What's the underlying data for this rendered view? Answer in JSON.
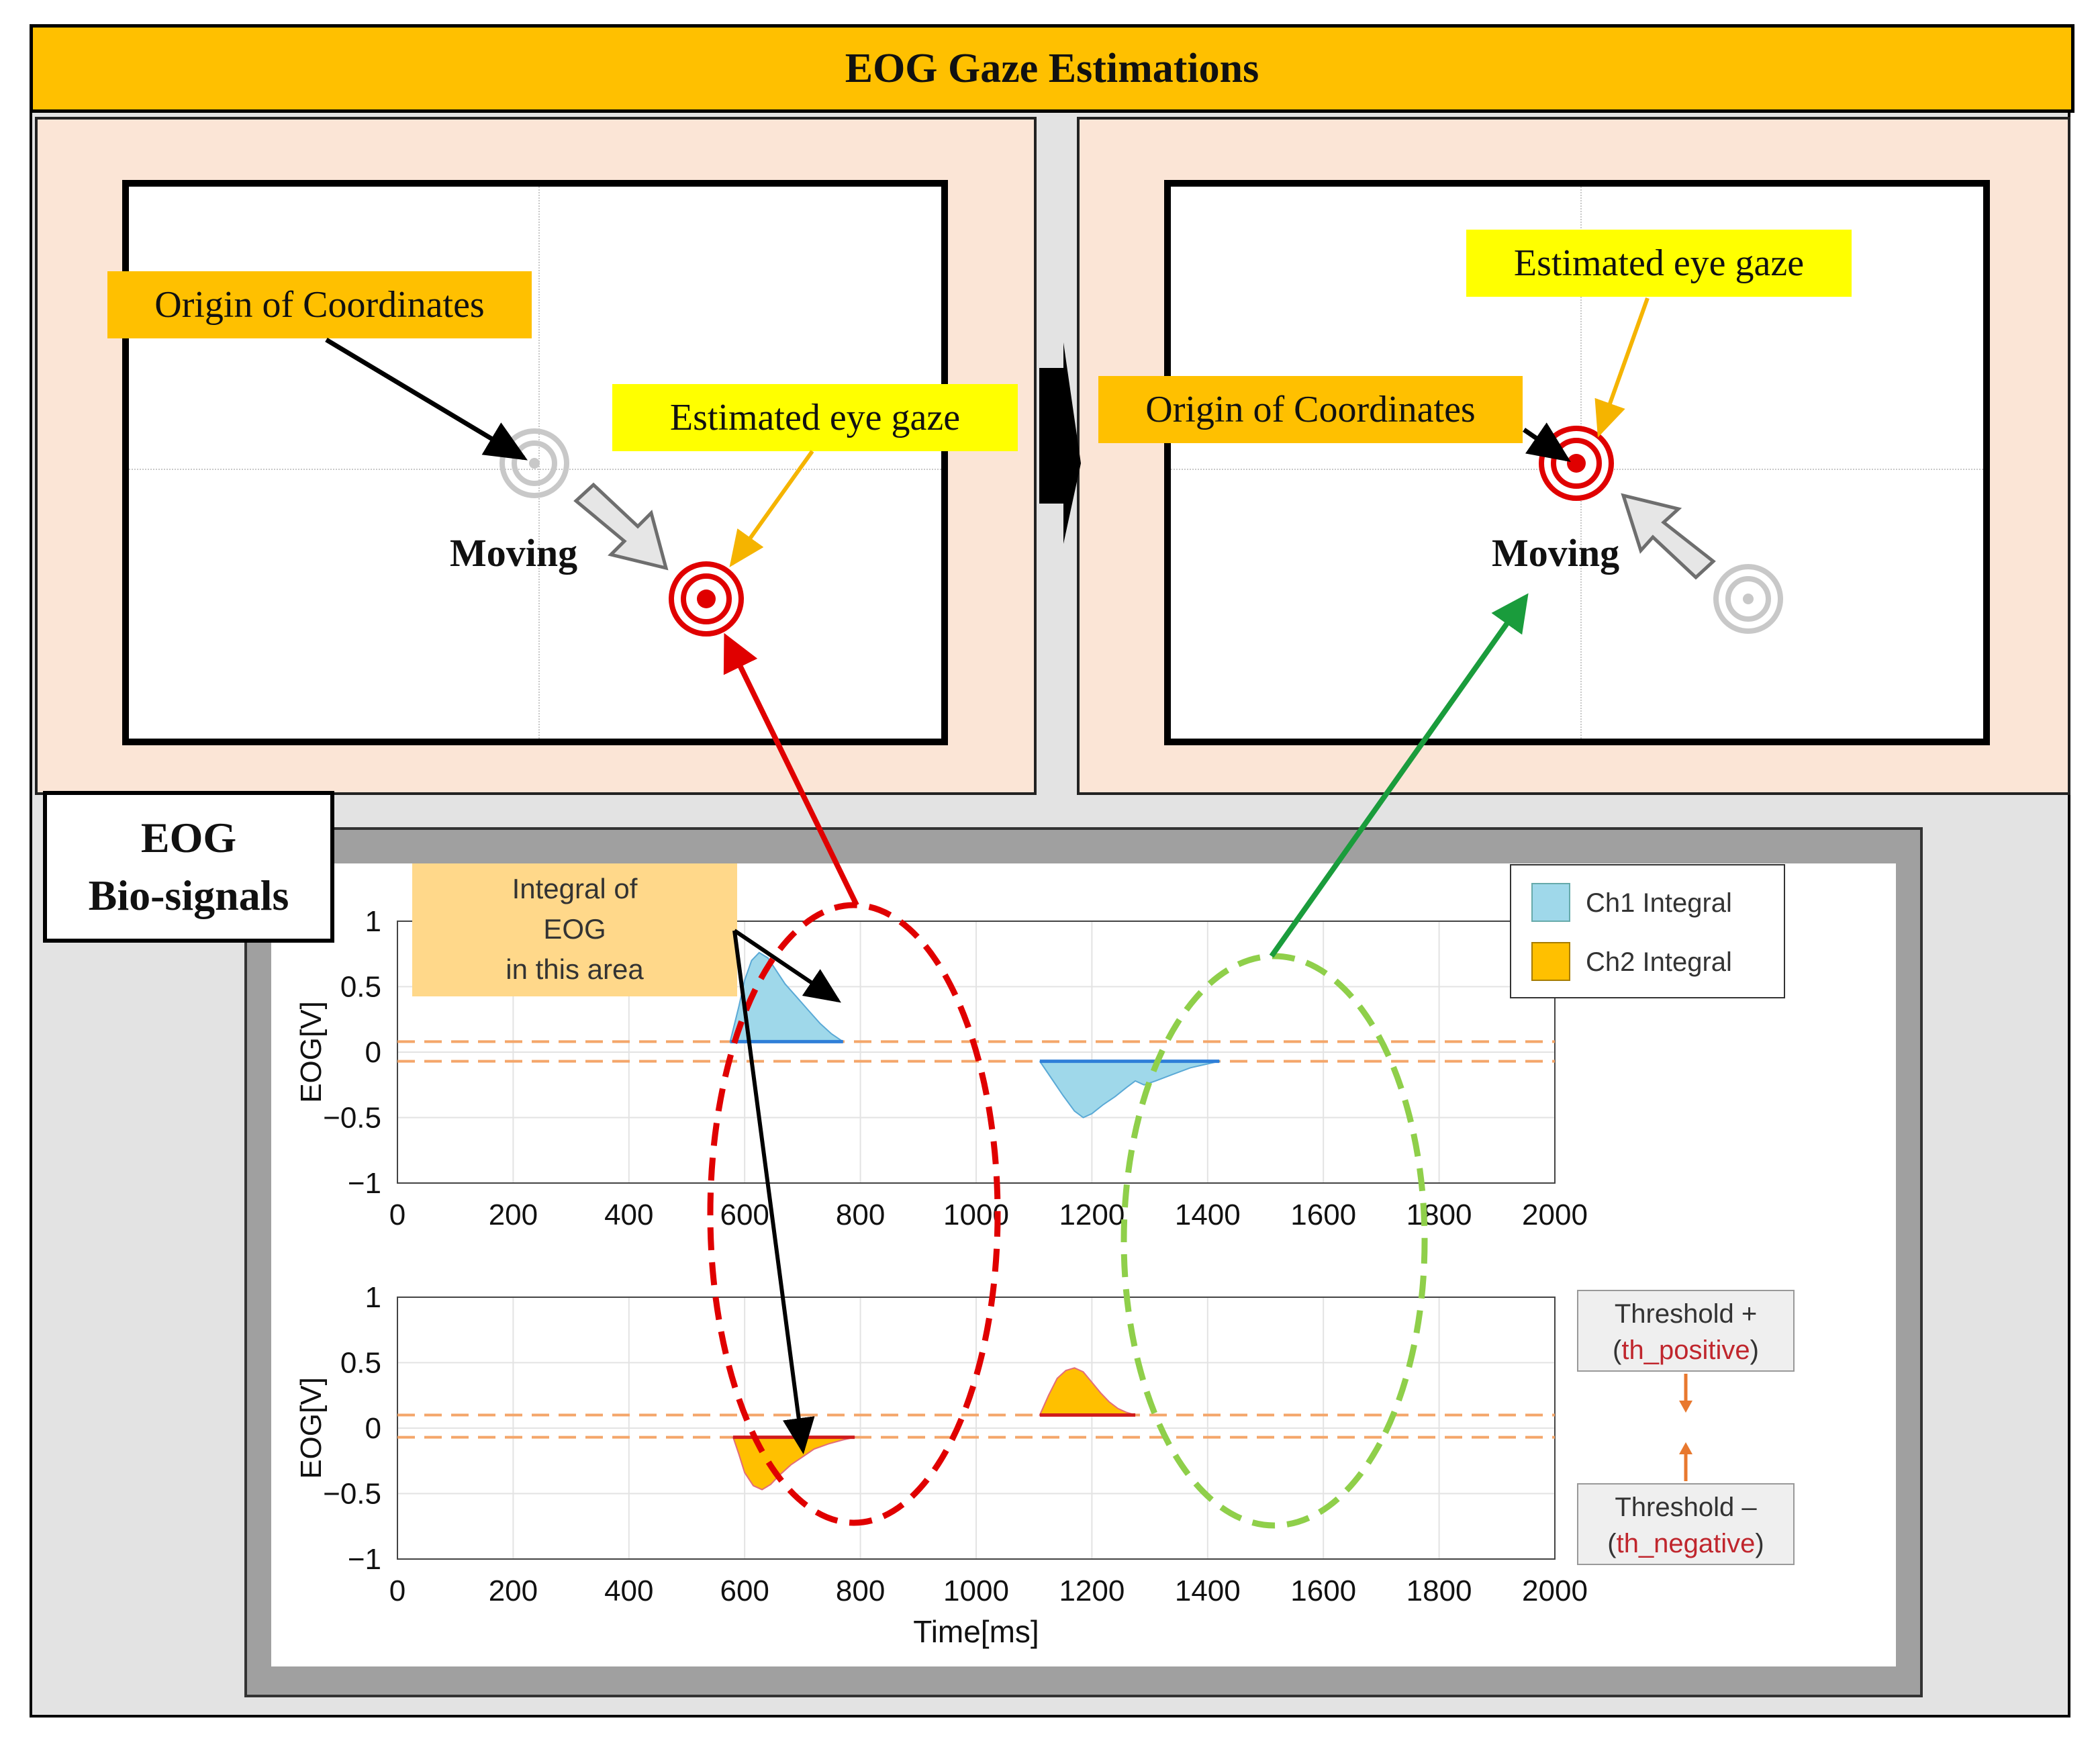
{
  "title": "EOG Gaze Estimations",
  "left_panel": {
    "origin_label": "Origin of Coordinates",
    "gaze_label": "Estimated eye gaze",
    "moving_label": "Moving"
  },
  "right_panel": {
    "origin_label": "Origin of Coordinates",
    "gaze_label": "Estimated eye gaze",
    "moving_label": "Moving"
  },
  "bio_label": {
    "line1": "EOG",
    "line2": "Bio-signals"
  },
  "integral_note": {
    "line1": "Integral of",
    "line2": "EOG",
    "line3": "in this area"
  },
  "threshold_pos": {
    "line1": "Threshold +",
    "open": "(",
    "name": "th_positive",
    "close": ")"
  },
  "threshold_neg": {
    "line1": "Threshold –",
    "open": "(",
    "name": "th_negative",
    "close": ")"
  },
  "colors": {
    "ch1": "#9fd8ea",
    "ch1_line": "#5aa9d6",
    "ch2": "#ffc000",
    "ch2_line": "#e36c7a",
    "threshold": "#f4a66a",
    "red": "#e00000",
    "green": "#1a9c3c",
    "lightgreen": "#8fcf4a"
  },
  "chart_data": [
    {
      "type": "area",
      "ylabel": "EOG[V]",
      "xlabel": "",
      "xlim": [
        0,
        2000
      ],
      "ylim": [
        -1,
        1
      ],
      "xticks": [
        0,
        200,
        400,
        600,
        800,
        1000,
        1200,
        1400,
        1600,
        1800,
        2000
      ],
      "yticks": [
        1,
        0.5,
        0,
        -0.5,
        -1
      ],
      "ytick_labels": [
        "1",
        "0.5",
        "0",
        "−0.5",
        "−1"
      ],
      "thresholds": [
        0.08,
        -0.07
      ],
      "legend": [
        "Ch1 Integral",
        "Ch2 Integral"
      ],
      "legend_position": "top-right",
      "grid": true,
      "series": [
        {
          "name": "Ch1 Integral",
          "x": [
            575,
            590,
            600,
            612,
            625,
            640,
            655,
            670,
            690,
            710,
            730,
            750,
            770
          ],
          "y": [
            0.08,
            0.35,
            0.55,
            0.7,
            0.76,
            0.72,
            0.62,
            0.52,
            0.42,
            0.32,
            0.22,
            0.14,
            0.08
          ]
        },
        {
          "name": "Ch1 Integral",
          "x": [
            1110,
            1130,
            1150,
            1170,
            1185,
            1200,
            1220,
            1240,
            1260,
            1275,
            1290,
            1310,
            1340,
            1370,
            1400,
            1420
          ],
          "y": [
            -0.07,
            -0.2,
            -0.33,
            -0.45,
            -0.5,
            -0.47,
            -0.4,
            -0.34,
            -0.27,
            -0.22,
            -0.25,
            -0.22,
            -0.17,
            -0.12,
            -0.09,
            -0.07
          ]
        }
      ]
    },
    {
      "type": "area",
      "ylabel": "EOG[V]",
      "xlabel": "Time[ms]",
      "xlim": [
        0,
        2000
      ],
      "ylim": [
        -1,
        1
      ],
      "xticks": [
        0,
        200,
        400,
        600,
        800,
        1000,
        1200,
        1400,
        1600,
        1800,
        2000
      ],
      "yticks": [
        1,
        0.5,
        0,
        -0.5,
        -1
      ],
      "ytick_labels": [
        "1",
        "0.5",
        "0",
        "−0.5",
        "−1"
      ],
      "thresholds": [
        0.1,
        -0.07
      ],
      "grid": true,
      "series": [
        {
          "name": "Ch2 Integral",
          "x": [
            580,
            590,
            600,
            615,
            630,
            645,
            660,
            680,
            700,
            720,
            745,
            770,
            790
          ],
          "y": [
            -0.07,
            -0.2,
            -0.34,
            -0.44,
            -0.47,
            -0.43,
            -0.36,
            -0.28,
            -0.22,
            -0.16,
            -0.12,
            -0.09,
            -0.07
          ]
        },
        {
          "name": "Ch2 Integral",
          "x": [
            1110,
            1125,
            1140,
            1155,
            1170,
            1185,
            1200,
            1215,
            1230,
            1245,
            1260,
            1275
          ],
          "y": [
            0.1,
            0.25,
            0.38,
            0.44,
            0.46,
            0.43,
            0.35,
            0.27,
            0.2,
            0.15,
            0.12,
            0.1
          ]
        }
      ]
    }
  ]
}
